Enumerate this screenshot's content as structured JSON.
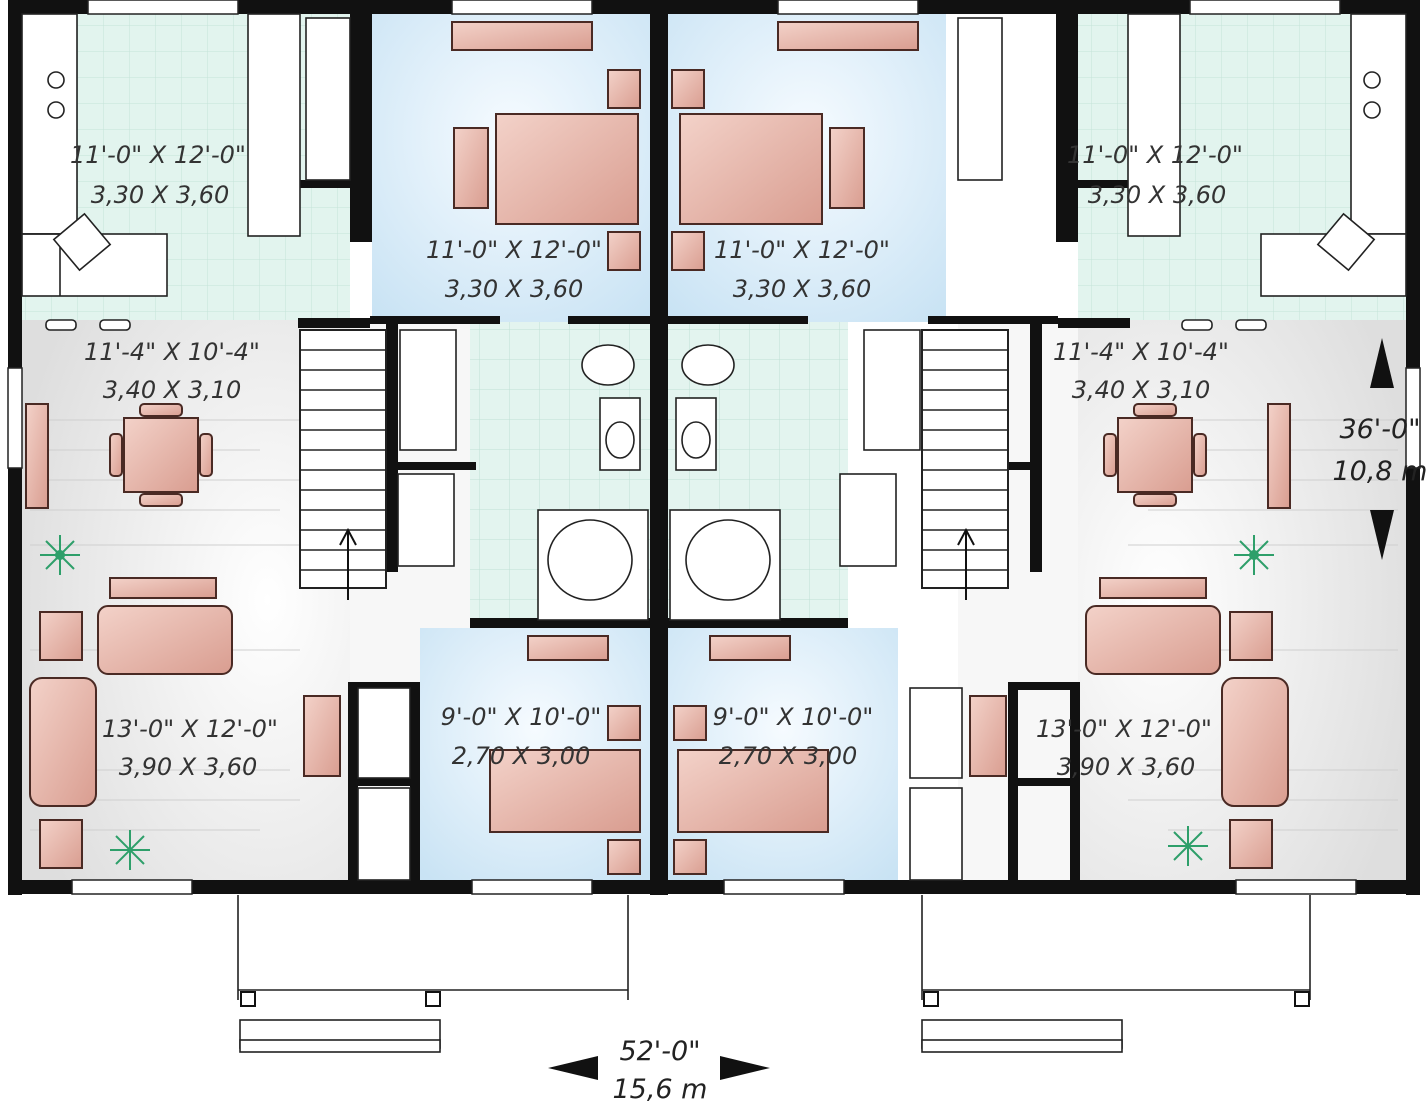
{
  "plan": {
    "rooms": [
      {
        "id": "kitchen-left",
        "imperial": "11'-0\" X 12'-0\"",
        "metric": "3,30 X 3,60"
      },
      {
        "id": "bedroom1-left",
        "imperial": "11'-0\" X 12'-0\"",
        "metric": "3,30 X 3,60"
      },
      {
        "id": "bedroom1-right",
        "imperial": "11'-0\" X 12'-0\"",
        "metric": "3,30 X 3,60"
      },
      {
        "id": "kitchen-right",
        "imperial": "11'-0\" X 12'-0\"",
        "metric": "3,30 X 3,60"
      },
      {
        "id": "dining-left",
        "imperial": "11'-4\" X 10'-4\"",
        "metric": "3,40 X 3,10"
      },
      {
        "id": "dining-right",
        "imperial": "11'-4\" X 10'-4\"",
        "metric": "3,40 X 3,10"
      },
      {
        "id": "living-left",
        "imperial": "13'-0\" X 12'-0\"",
        "metric": "3,90 X 3,60"
      },
      {
        "id": "bedroom2-left",
        "imperial": "9'-0\" X 10'-0\"",
        "metric": "2,70 X 3,00"
      },
      {
        "id": "bedroom2-right",
        "imperial": "9'-0\" X 10'-0\"",
        "metric": "2,70 X 3,00"
      },
      {
        "id": "living-right",
        "imperial": "13'-0\" X 12'-0\"",
        "metric": "3,90 X 3,60"
      }
    ],
    "depth": {
      "imperial": "36'-0\"",
      "metric": "10,8 m"
    },
    "width": {
      "imperial": "52'-0\"",
      "metric": "15,6 m"
    },
    "colors": {
      "wall": "#111111",
      "kitchen_floor": "#dff3ec",
      "bedroom_floor": "#dbeefa",
      "bath_floor": "#e2f4ee",
      "living_floor": "#f4f4f4",
      "furniture": "#e8b9ae",
      "plant": "#2e9f6a"
    }
  }
}
